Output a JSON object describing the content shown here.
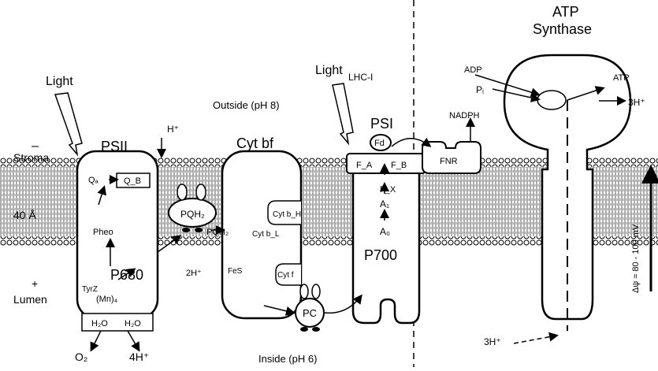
{
  "labels": {
    "light_left": "Light",
    "light_right": "Light",
    "lhc": "LHC-I",
    "psii": "PSII",
    "cyt_bf": "Cyt bf",
    "psi": "PSI",
    "atp_synthase_line1": "ATP",
    "atp_synthase_line2": "Synthase",
    "stroma": "Stroma",
    "lumen": "Lumen",
    "outside": "Outside (pH 8)",
    "inside": "Inside (pH 6)",
    "width": "40 Å",
    "h_plus_top": "H⁺",
    "qa": "Qₐ",
    "qb": "Q_B",
    "pheo": "Pheo",
    "p680": "P680",
    "tyr": "TyrZ",
    "mn": "(Mn)₄",
    "h2o_a": "H₂O",
    "h2o_b": "H₂O",
    "o2": "O₂",
    "four_h": "4H⁺",
    "pqh2_top": "PQH₂",
    "pqh2_low": "PQH₂",
    "two_h": "2H⁺",
    "cyt_bh": "Cyt b_H",
    "cyt_bl": "Cyt b_L",
    "fes": "FeS",
    "cytf": "Cyt f",
    "pc": "PC",
    "fd": "Fd",
    "fa": "F_A",
    "fb": "F_B",
    "fx": "F_X",
    "a1": "A₁",
    "a0": "A₀",
    "p700": "P700",
    "fnr": "FNR",
    "nadph": "NADPH",
    "adp": "ADP",
    "pi": "Pᵢ",
    "atp": "ATP",
    "three_h_out": "3H⁺",
    "three_h_in": "3H⁺",
    "voltage": "Δψ ≈ 80 - 100 mV",
    "minus": "–",
    "plus": "+"
  }
}
